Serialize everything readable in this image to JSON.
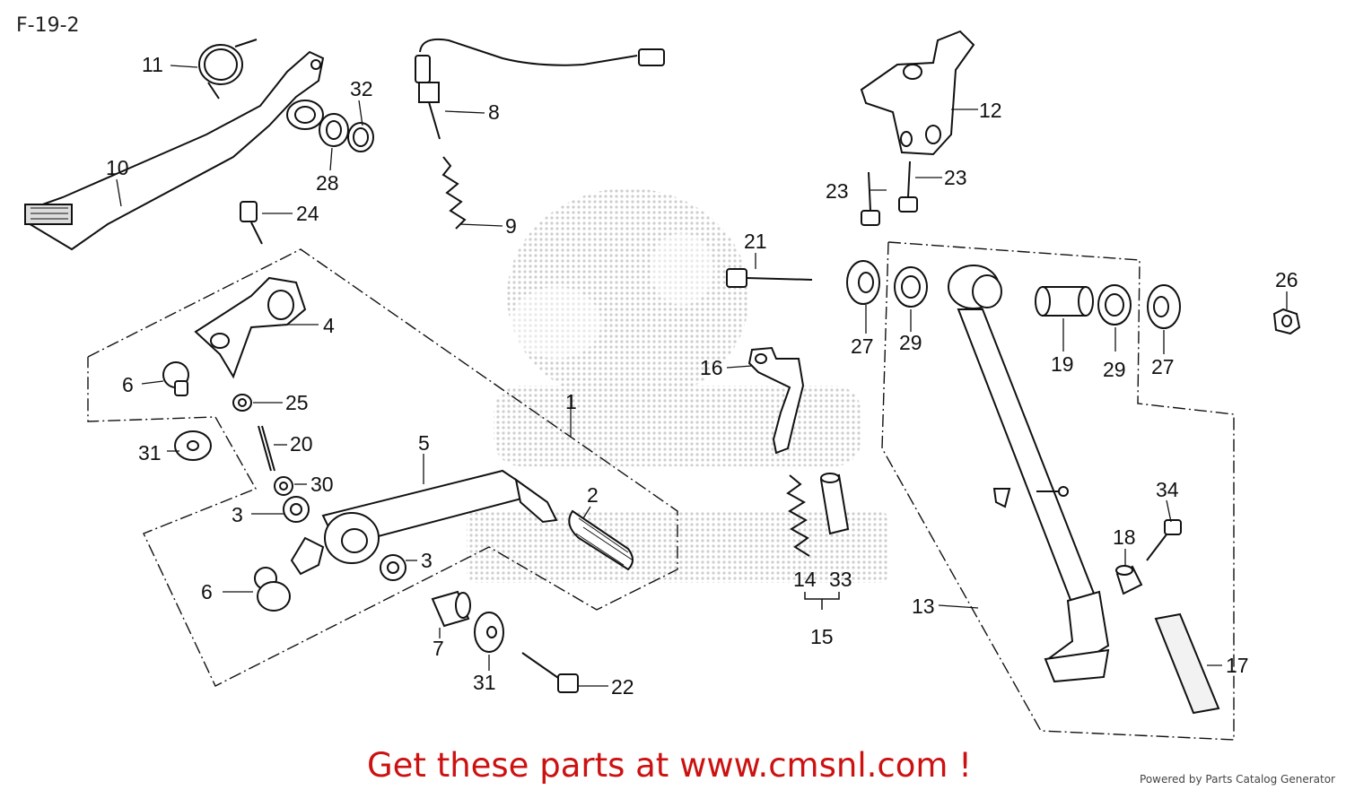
{
  "page": {
    "title": "F-19-2",
    "call_to_action": "Get these parts at www.cmsnl.com !",
    "powered_by": "Powered by Parts Catalog Generator"
  },
  "callouts": [
    "11",
    "32",
    "8",
    "12",
    "10",
    "28",
    "24",
    "9",
    "23",
    "23",
    "4",
    "21",
    "27",
    "29",
    "19",
    "29",
    "27",
    "26",
    "16",
    "6",
    "25",
    "1",
    "31",
    "20",
    "5",
    "30",
    "2",
    "3",
    "34",
    "18",
    "3",
    "14",
    "33",
    "6",
    "15",
    "13",
    "17",
    "7",
    "31",
    "22"
  ],
  "colors": {
    "line": "#111111",
    "cta": "#cc1111",
    "watermark": "#c9c9c9"
  }
}
